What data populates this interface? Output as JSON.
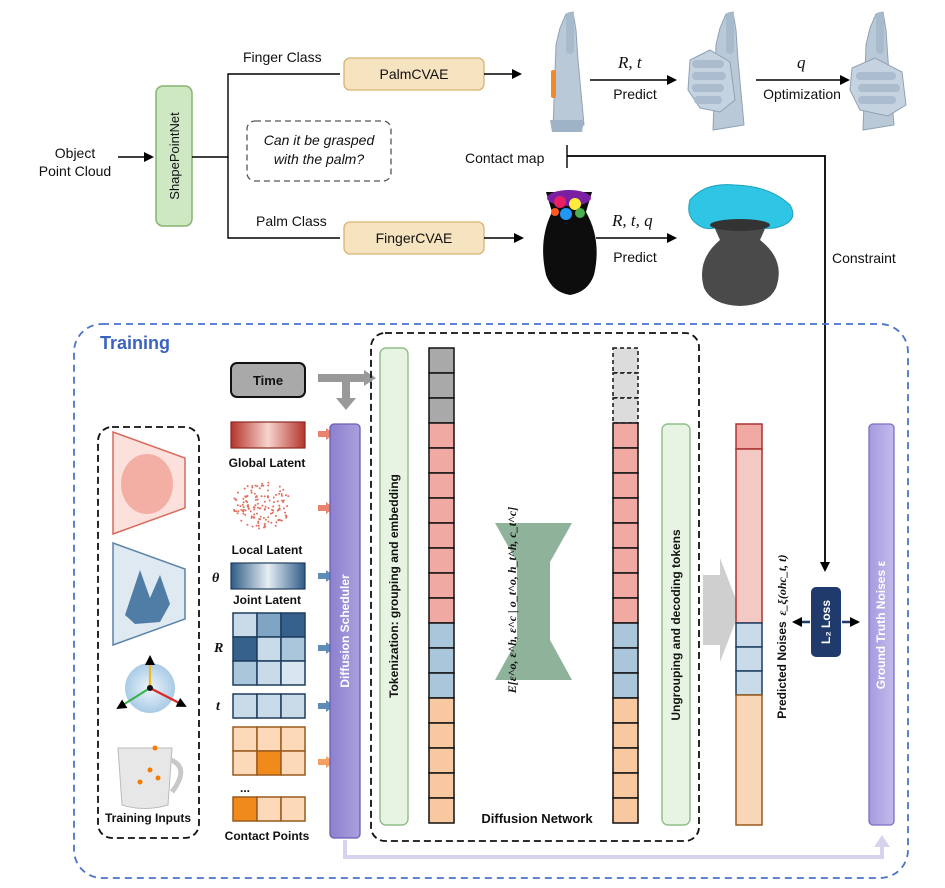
{
  "top": {
    "input_label_line1": "Object",
    "input_label_line2": "Point Cloud",
    "encoder": "ShapePointNet",
    "branch_top_label": "Finger Class",
    "branch_bottom_label": "Palm Class",
    "question_line1": "Can it be grasped",
    "question_line2": "with the palm?",
    "palm_cvae": "PalmCVAE",
    "finger_cvae": "FingerCVAE",
    "rt_label": "R, t",
    "predict_label_1": "Predict",
    "q_label": "q",
    "optimization_label": "Optimization",
    "contact_map_label": "Contact map",
    "rtq_label": "R, t, q",
    "predict_label_2": "Predict",
    "constraint_label": "Constraint"
  },
  "training": {
    "title": "Training",
    "time_label": "Time",
    "global_latent": "Global Latent",
    "local_latent": "Local Latent",
    "theta_symbol": "θ",
    "joint_latent": "Joint Latent",
    "r_symbol": "R",
    "t_symbol": "t",
    "ellipsis": "...",
    "contact_points": "Contact Points",
    "training_inputs": "Training Inputs",
    "diffusion_scheduler": "Diffusion Scheduler",
    "tokenization": "Tokenization: grouping and embedding",
    "network_formula": "E[ε^o, ε^h, ε^c | o_t^o, h_t^h, c_t^c]",
    "ungrouping": "Ungrouping and decoding tokens",
    "diffusion_network": "Diffusion Network",
    "predicted_noises": "Predicted Noises",
    "predicted_formula": "ε_ξ(ohc_t, t)",
    "loss_label": "L₂ Loss",
    "ground_truth": "Ground Truth Noises ε"
  },
  "colors": {
    "dashed_blue": "#4a74c9",
    "training_title": "#3a64c0",
    "encoder_fill": "#cfe8c4",
    "cvae_fill": "#f6e3bf",
    "scheduler_fill": "#9b8fd6",
    "token_fill": "#e7f3e3",
    "gray_token": "#a9a9a9",
    "red_token": "#f0aaa3",
    "blue_token": "#a9c6db",
    "orange_token": "#f8c8a0",
    "network_green": "#8fb29a",
    "loss_fill": "#1f3a6b"
  }
}
